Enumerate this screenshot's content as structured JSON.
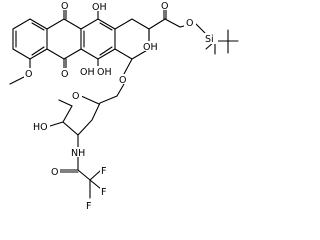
{
  "labels": {
    "o_quinone_top": "O",
    "oh_top": "OH",
    "o_ketone": "O",
    "o_ether": "O",
    "si": "Si",
    "oh_ring": "OH",
    "ome_o": "O",
    "oh_mid": "OH",
    "oh_bot": "OH",
    "o_quinone_bot": "O",
    "o_glyco": "O",
    "o_sugar_ring": "O",
    "nh": "NH",
    "oh_sugar": "HO",
    "o_amide": "O",
    "f1": "F",
    "f2": "F",
    "f3": "F"
  }
}
